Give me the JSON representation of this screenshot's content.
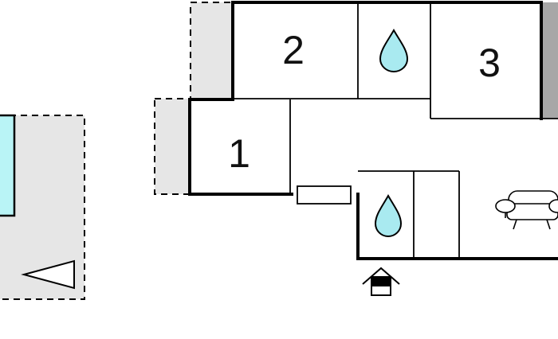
{
  "floor_plan": {
    "rooms": [
      {
        "id": "bedroom-1",
        "label": "1"
      },
      {
        "id": "bedroom-2",
        "label": "2"
      },
      {
        "id": "bedroom-3",
        "label": "3"
      }
    ],
    "icons": {
      "bathroom": "water-drop-icon",
      "living_area": "sofa-icon",
      "entrance": "house-entrance-icon",
      "outdoor": "triangle-marker-icon"
    },
    "colors": {
      "wall": "#000000",
      "terrace": "#e6e6e6",
      "pool": "#b9f4f6",
      "water_drop": "#a9eaf0",
      "neighbor_block": "#a7a7a7"
    }
  }
}
